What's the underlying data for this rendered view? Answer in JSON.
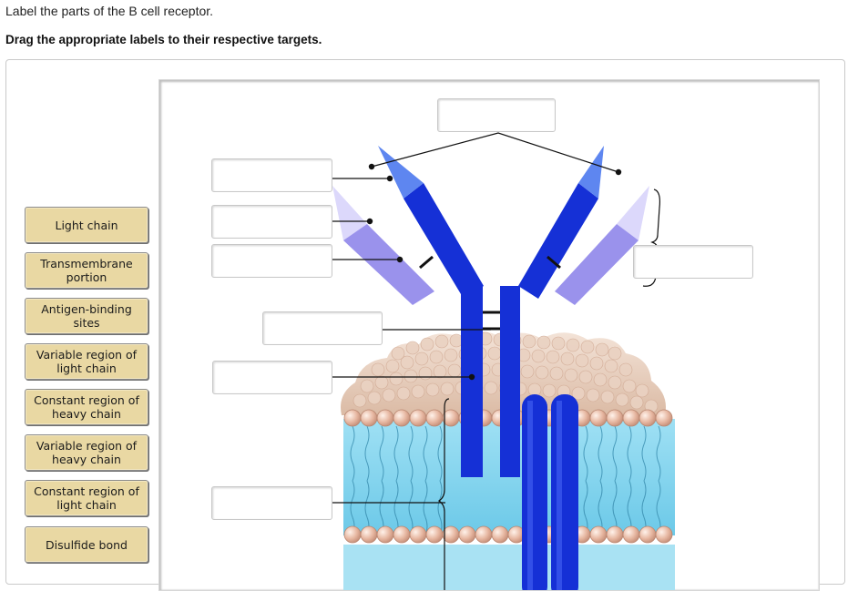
{
  "header": {
    "title": "Label the parts of the B cell receptor.",
    "instruction": "Drag the appropriate labels to their respective targets."
  },
  "labels": [
    "Light chain",
    "Transmembrane portion",
    "Antigen-binding sites",
    "Variable region of light chain",
    "Constant region of heavy chain",
    "Variable region of heavy chain",
    "Constant region of light chain",
    "Disulfide bond"
  ],
  "targets": [
    "",
    "",
    "",
    "",
    "",
    "",
    "",
    ""
  ],
  "colors": {
    "label_fill": "#e9d8a3",
    "heavy_chain": "#1530d6",
    "light_variable": "#5e86f0",
    "light_constant": "#9a92ec",
    "membrane_water": "#8ad8ef",
    "lipid_head": "#e6b6a0"
  }
}
